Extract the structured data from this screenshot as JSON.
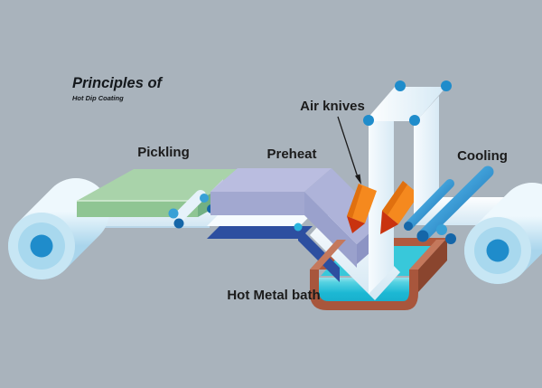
{
  "title": {
    "main": "Principles of",
    "sub": "Hot Dip Coating"
  },
  "labels": {
    "pickling": "Pickling",
    "preheat": "Preheat",
    "air_knives": "Air knives",
    "cooling": "Cooling",
    "hot_metal_bath": "Hot Metal bath"
  },
  "colors": {
    "background": "#a9b3bc",
    "strip_white": "#f2f8fd",
    "pickling_green": "#a9d3aa",
    "preheat_lavender": "#babde0",
    "furnace_plate_blue": "#2d4fa0",
    "air_knife_orange": "#f5891e",
    "air_knife_tip_red": "#c9330f",
    "bath_brown": "#a8563c",
    "molten_metal_cyan": "#29bfd6",
    "roller_blue": "#1f8ccb",
    "label_text": "#1b1b1b"
  }
}
